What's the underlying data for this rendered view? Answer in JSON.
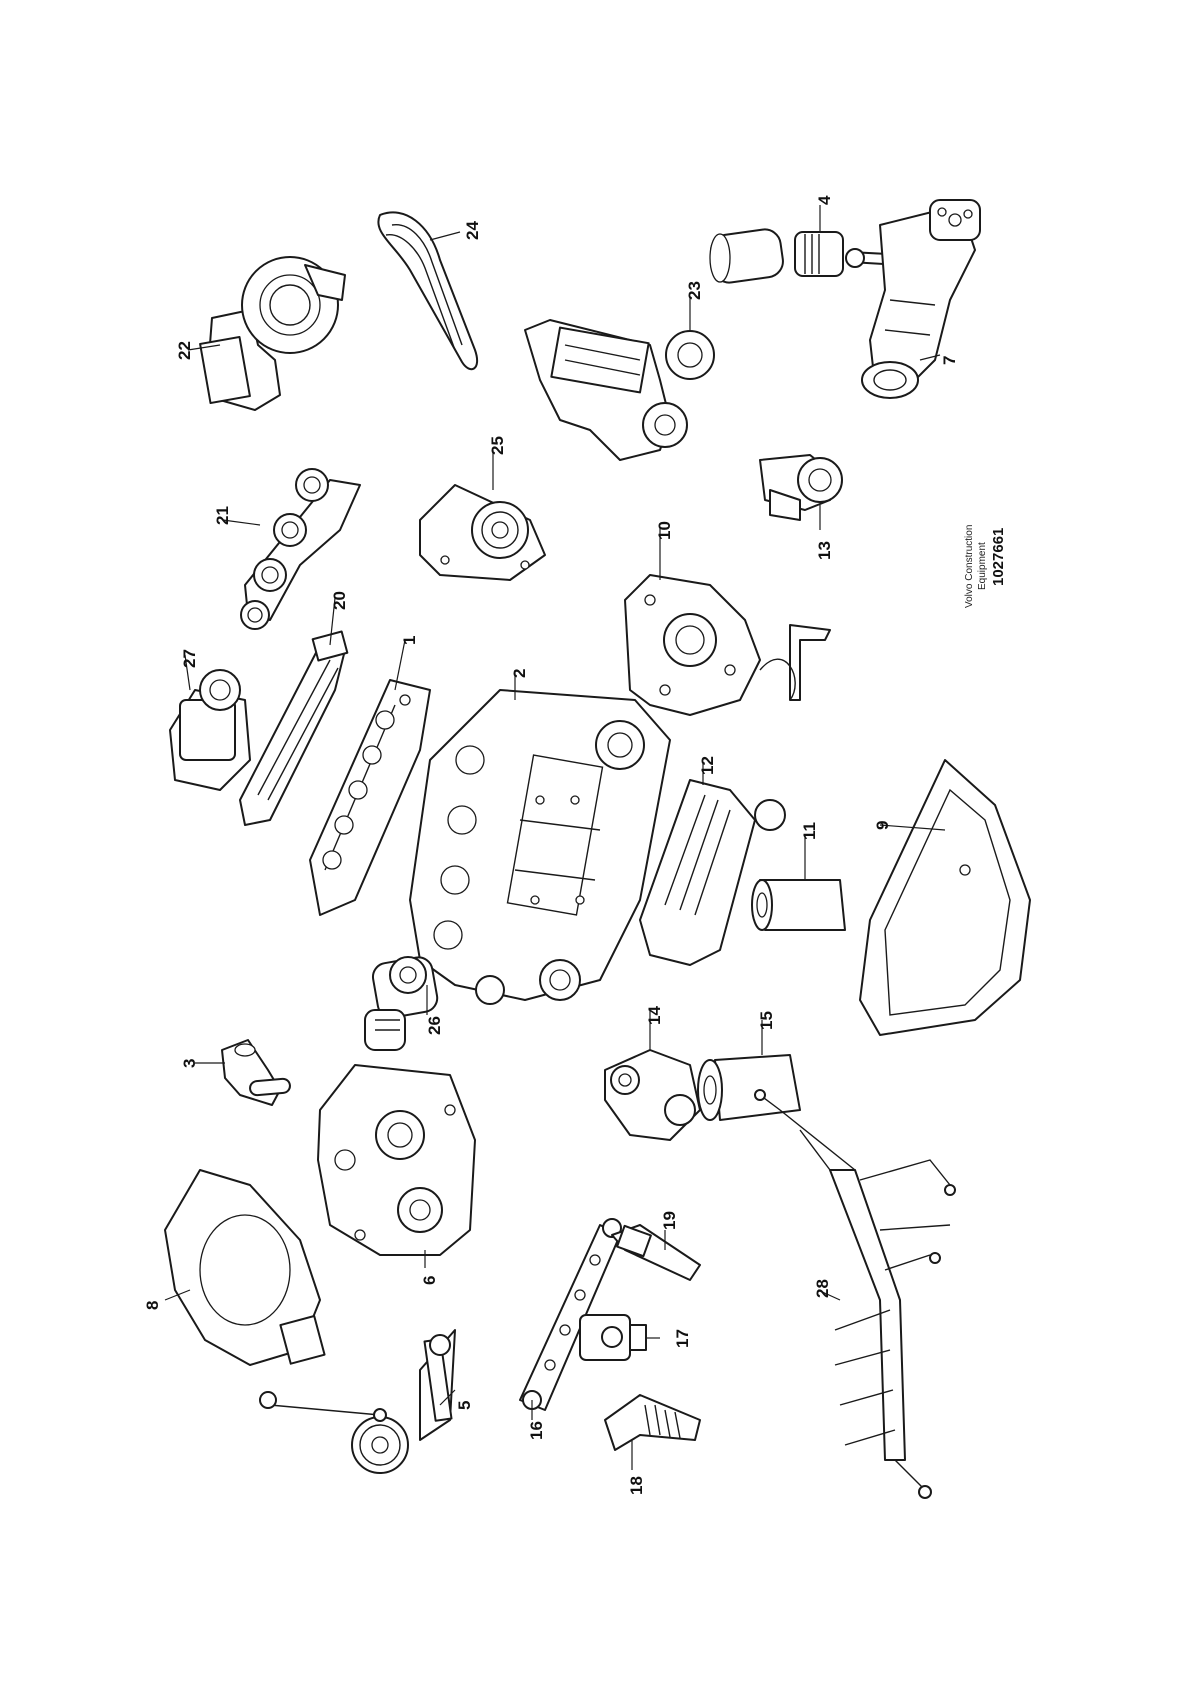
{
  "drawing": {
    "publisher_line1": "Volvo Construction",
    "publisher_line2": "Equipment",
    "figure_number": "1027661"
  },
  "callouts": [
    "1",
    "2",
    "3",
    "4",
    "5",
    "6",
    "7",
    "8",
    "9",
    "10",
    "11",
    "12",
    "13",
    "14",
    "15",
    "16",
    "17",
    "18",
    "19",
    "20",
    "21",
    "22",
    "23",
    "24",
    "25",
    "26",
    "27",
    "28"
  ],
  "colors": {
    "line": "#1a1a1a",
    "paper": "#ffffff"
  }
}
